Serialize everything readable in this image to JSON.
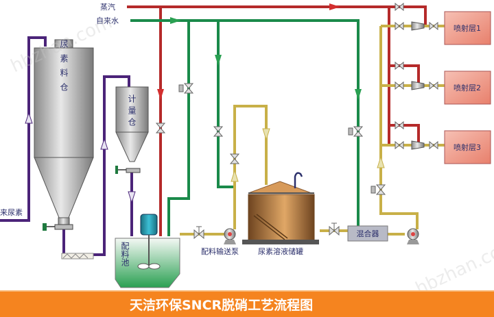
{
  "title": "天洁环保SNCR脱硝工艺流程图",
  "watermark": "hbzhan.com",
  "colors": {
    "steam": "#b52a2a",
    "water": "#1a8a4a",
    "urea_solid": "#4b2479",
    "solution": "#c8b048",
    "banner": "#f5841f",
    "injection_layer": "#f2a69a"
  },
  "inputs": {
    "steam": "蒸汽",
    "water": "自来水",
    "urea_in": "来尿素"
  },
  "equipment": {
    "urea_silo": "尿素料仓",
    "metering_bin": "计量仓",
    "mixing_tank": "配料池",
    "transfer_pump": "配料输送泵",
    "storage_tank": "尿素溶液储罐",
    "mixer": "混合器"
  },
  "injection_layers": [
    "喷射层1",
    "喷射层2",
    "喷射层3"
  ]
}
